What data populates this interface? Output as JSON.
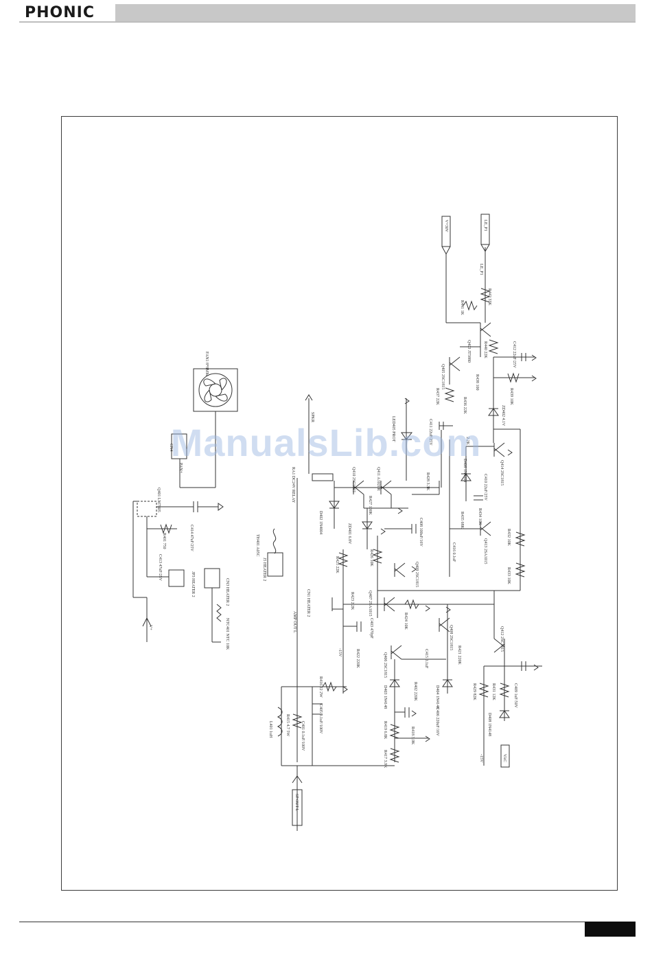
{
  "header": {
    "brand": "PHONIC"
  },
  "watermark": "ManualsLib.com",
  "colors": {
    "ink": "#333333",
    "header_bar": "#c8c8c8",
    "watermark": "#96b4e1"
  },
  "schematic": {
    "labels": [
      {
        "id": "fan",
        "text": "FAN1 8*8MM"
      },
      {
        "id": "cn4",
        "text": "CN4"
      },
      {
        "id": "q401",
        "text": "Q401 LM7805"
      },
      {
        "id": "r401",
        "text": "R401 750"
      },
      {
        "id": "c414",
        "text": "C414 47uF/25V"
      },
      {
        "id": "c413",
        "text": "C413 47uF/25V"
      },
      {
        "id": "jp3",
        "text": "JP3 HEATER 2"
      },
      {
        "id": "cn3",
        "text": "CN3 HEATER 2"
      },
      {
        "id": "ntc",
        "text": "NTC401 NTC 10K"
      },
      {
        "id": "v1",
        "text": "V+"
      },
      {
        "id": "pan",
        "text": "PAN+"
      },
      {
        "id": "th",
        "text": "TH401 A05C"
      },
      {
        "id": "j5",
        "text": "J5 HEATER 2"
      },
      {
        "id": "ra1",
        "text": "RA1 DC24V RELAY"
      },
      {
        "id": "spkr",
        "text": "SPKR"
      },
      {
        "id": "d402",
        "text": "D402 1N4004"
      },
      {
        "id": "zd401",
        "text": "ZD401 6.8V"
      },
      {
        "id": "q410",
        "text": "Q410 2SC1815"
      },
      {
        "id": "q411",
        "text": "Q411 A1020R"
      },
      {
        "id": "r427",
        "text": "R427 100K"
      },
      {
        "id": "r428",
        "text": "R428 3.3K"
      },
      {
        "id": "led",
        "text": "LED405 PROT"
      },
      {
        "id": "c408",
        "text": "C408 100uF/16V"
      },
      {
        "id": "r426",
        "text": "R426 10K"
      },
      {
        "id": "r425",
        "text": "R425 22K"
      },
      {
        "id": "q409",
        "text": "Q409 2SC1815"
      },
      {
        "id": "cn1",
        "text": "CN1 HEATER 2"
      },
      {
        "id": "r423",
        "text": "R423 2.2K"
      },
      {
        "id": "q407",
        "text": "Q407 2SA1015"
      },
      {
        "id": "c403",
        "text": "C403 470pF"
      },
      {
        "id": "r424",
        "text": "R424 10K"
      },
      {
        "id": "q408",
        "text": "Q408 2SC1815"
      },
      {
        "id": "r422",
        "text": "R422 220K"
      },
      {
        "id": "q406",
        "text": "Q406 2SC1815"
      },
      {
        "id": "c415",
        "text": "C415 0.1uF"
      },
      {
        "id": "r421",
        "text": "R421 220K"
      },
      {
        "id": "d403",
        "text": "D403 1N4148"
      },
      {
        "id": "r402",
        "text": "R402 220K"
      },
      {
        "id": "d404",
        "text": "D404 1N4148"
      },
      {
        "id": "c406",
        "text": "C406 220uF/16V"
      },
      {
        "id": "r419",
        "text": "R419 6.8K"
      },
      {
        "id": "r418",
        "text": "R418 3.9K"
      },
      {
        "id": "r417",
        "text": "R417 3.9K"
      },
      {
        "id": "amp",
        "text": "AMP OUT L"
      },
      {
        "id": "l401",
        "text": "L401 1uH"
      },
      {
        "id": "r415",
        "text": "R415 4.7 5W"
      },
      {
        "id": "c401",
        "text": "C401 0.1uF/100V"
      },
      {
        "id": "r416",
        "text": "R416 22 2W"
      },
      {
        "id": "c405",
        "text": "C405 0.1uF/100V"
      },
      {
        "id": "spout",
        "text": "SP OUT L"
      },
      {
        "id": "v15a",
        "text": "-15V"
      },
      {
        "id": "r429",
        "text": "R429 82K"
      },
      {
        "id": "r431",
        "text": "R431 12K"
      },
      {
        "id": "c409",
        "text": "C409 1uF/50V"
      },
      {
        "id": "d408",
        "text": "D408 1N4148"
      },
      {
        "id": "q412",
        "text": "Q412 2SC1815"
      },
      {
        "id": "vac",
        "text": "VAC"
      },
      {
        "id": "v15b",
        "text": "-15V"
      },
      {
        "id": "r432",
        "text": "R432 10K"
      },
      {
        "id": "r433",
        "text": "R433 10K"
      },
      {
        "id": "q413",
        "text": "Q413 2SA1015"
      },
      {
        "id": "c416",
        "text": "C416 0.1uF"
      },
      {
        "id": "r434",
        "text": "R434 10K"
      },
      {
        "id": "r435",
        "text": "R435 68K"
      },
      {
        "id": "c410",
        "text": "C410 22uF/25V"
      },
      {
        "id": "d406",
        "text": "D406 1N4004"
      },
      {
        "id": "q414",
        "text": "Q414 2SC1815"
      },
      {
        "id": "c411",
        "text": "C411 22uF/25V"
      },
      {
        "id": "zd402",
        "text": "ZD402 4.1V"
      },
      {
        "id": "r436",
        "text": "R436 22K"
      },
      {
        "id": "r437",
        "text": "R437 22K"
      },
      {
        "id": "q405",
        "text": "Q405 2SC1815"
      },
      {
        "id": "q403",
        "text": "Q403 JT5880"
      },
      {
        "id": "r438",
        "text": "R438 100"
      },
      {
        "id": "r439",
        "text": "R439 10K"
      },
      {
        "id": "r440",
        "text": "R440 22K"
      },
      {
        "id": "c412",
        "text": "C412 22uF/25V"
      },
      {
        "id": "r441",
        "text": "R441 1K"
      },
      {
        "id": "r442",
        "text": "R442 33K"
      },
      {
        "id": "v30",
        "text": "V+30V"
      },
      {
        "id": "lep1",
        "text": "LE_P1"
      },
      {
        "id": "lep2",
        "text": "LE_P1"
      },
      {
        "id": "zd",
        "text": "2.2K"
      }
    ]
  }
}
